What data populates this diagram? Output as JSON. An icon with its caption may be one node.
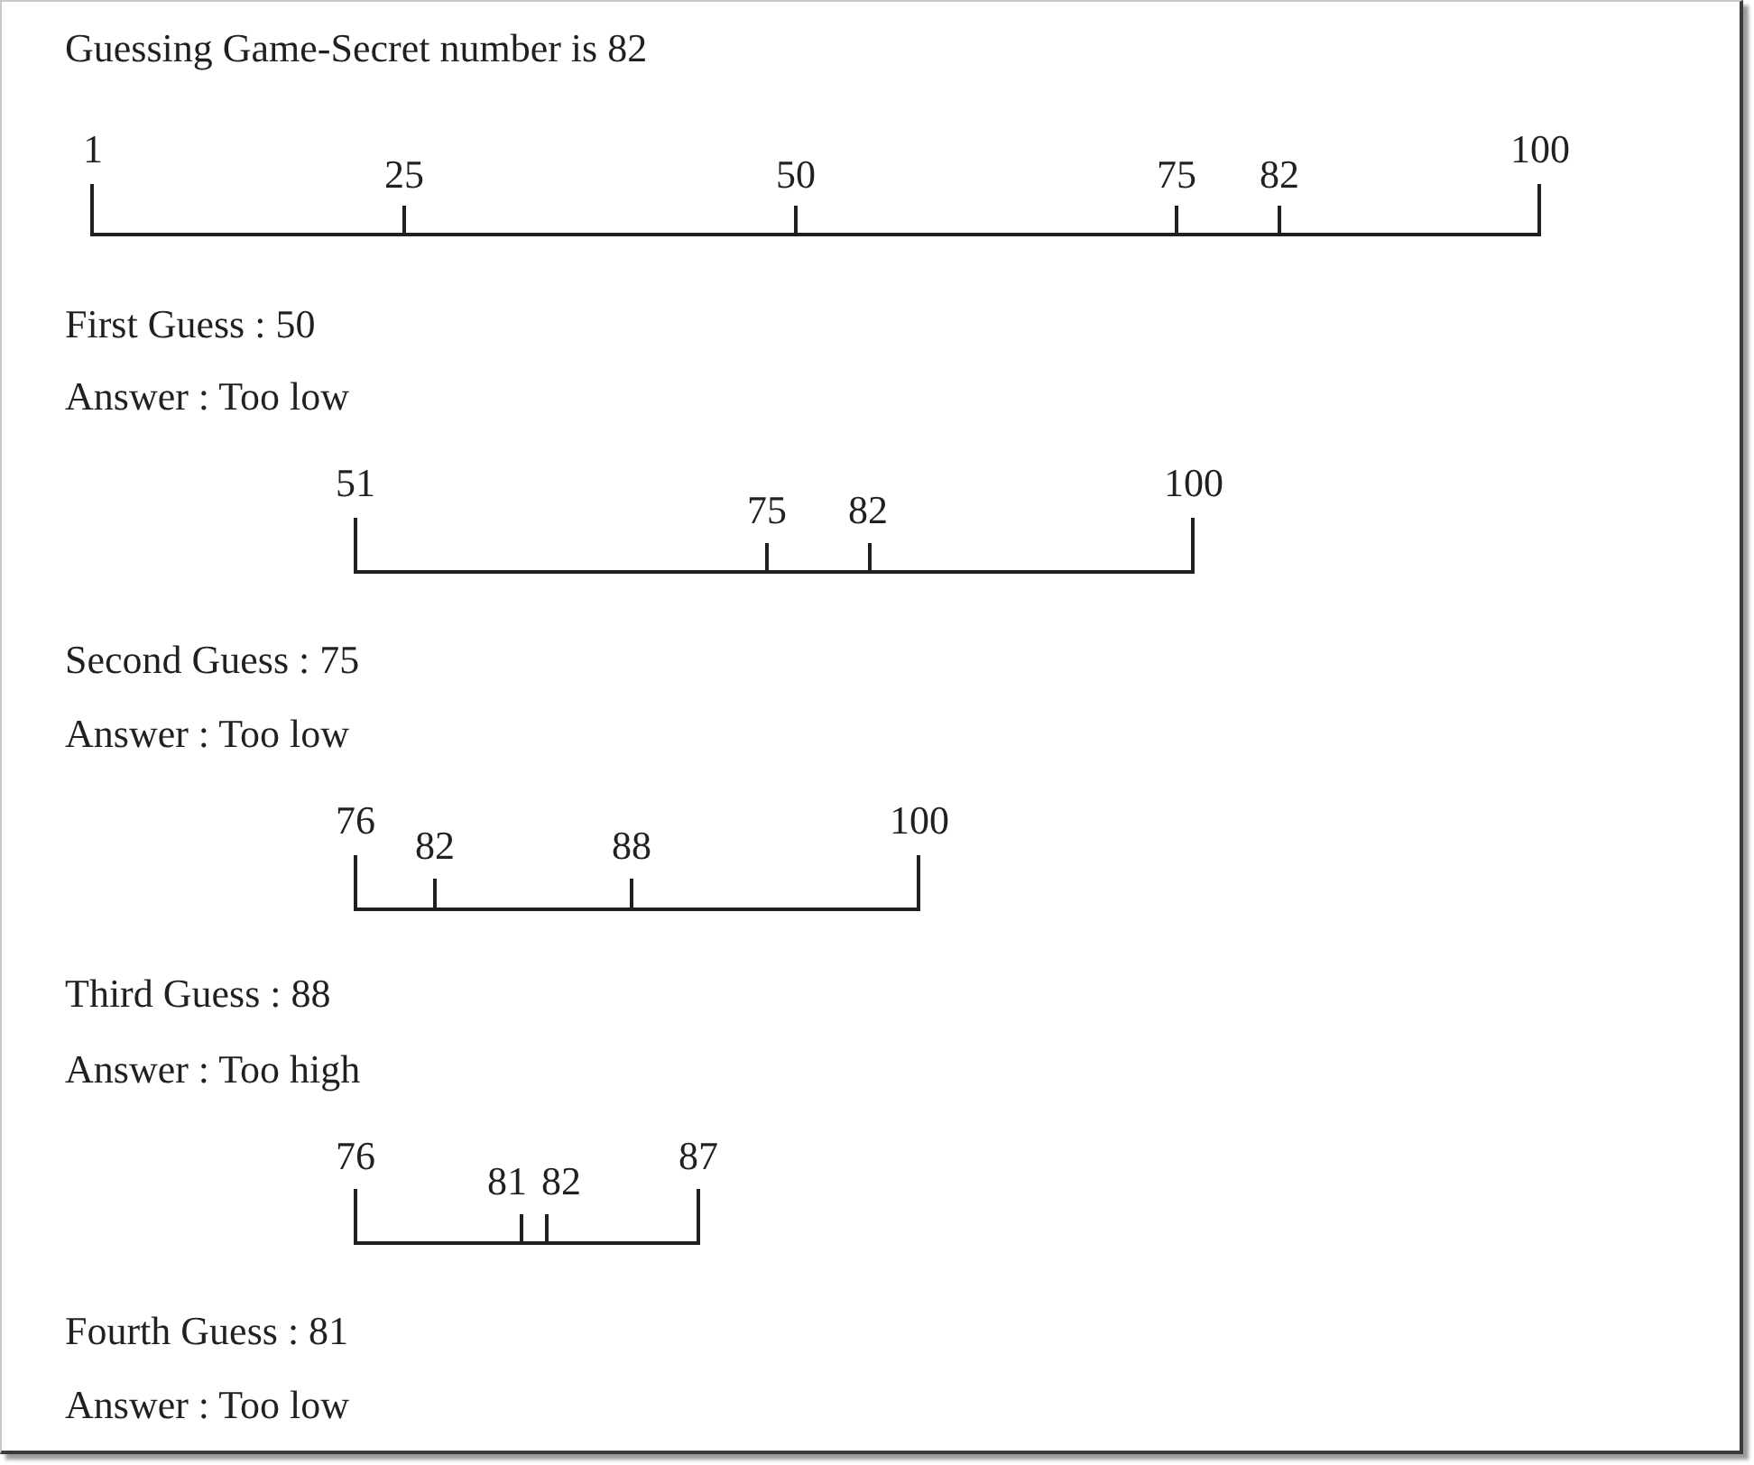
{
  "diagram": {
    "title": "Guessing Game-Secret number is 82",
    "labels": [
      "1",
      "25",
      "50",
      "75",
      "82",
      "100",
      "First Guess : 50",
      "Answer : Too low",
      "51",
      "75",
      "82",
      "100",
      "Second Guess : 75",
      "Answer : Too low",
      "76",
      "82",
      "88",
      "100",
      "Third Guess : 88",
      "Answer : Too high",
      "76",
      "81",
      "82",
      "87",
      "Fourth Guess : 81",
      "Answer : Too low"
    ]
  }
}
